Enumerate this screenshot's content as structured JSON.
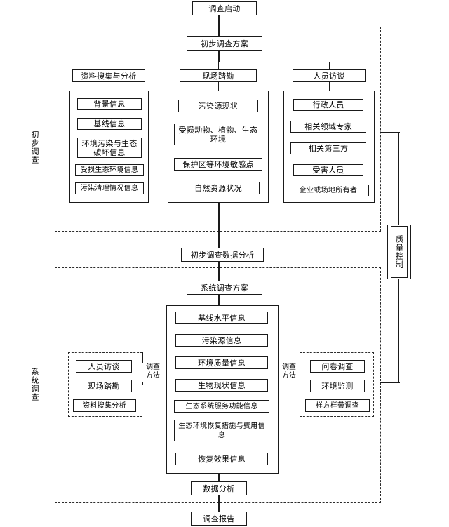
{
  "diagram": {
    "title": "调查启动",
    "start_node": "调查启动",
    "end_node": "调查报告",
    "phases": [
      {
        "key": "preliminary",
        "label": "初步调查"
      },
      {
        "key": "systematic",
        "label": "系统调查"
      }
    ],
    "quality_control": "质量控制",
    "preliminary": {
      "plan": "初步调查方案",
      "columns": [
        {
          "header": "资料搜集与分析",
          "items": [
            "背景信息",
            "基线信息",
            "环境污染与生态破坏信息",
            "受损生态环境信息",
            "污染清理情况信息"
          ]
        },
        {
          "header": "现场踏勘",
          "items": [
            "污染源现状",
            "受损动物、植物、生态环境",
            "保护区等环境敏感点",
            "自然资源状况"
          ]
        },
        {
          "header": "人员访谈",
          "items": [
            "行政人员",
            "相关领域专家",
            "相关第三方",
            "受害人员",
            "企业或场地所有者"
          ]
        }
      ],
      "data_analysis": "初步调查数据分析"
    },
    "systematic": {
      "plan": "系统调查方案",
      "method_label_left": "调查方法",
      "method_label_right": "调查方法",
      "left_methods": [
        "人员访谈",
        "现场踏勘",
        "资料搜集分析"
      ],
      "center_items": [
        "基线水平信息",
        "污染源信息",
        "环境质量信息",
        "生物现状信息",
        "生态系统服务功能信息",
        "生态环境恢复措施与费用信息",
        "恢复效果信息"
      ],
      "right_methods": [
        "问卷调查",
        "环境监测",
        "样方样带调查"
      ],
      "data_analysis": "数据分析"
    }
  },
  "colors": {
    "line": "#1a1a1a",
    "dashed": "#2b2b2b",
    "background": "#ffffff",
    "text": "#000000"
  }
}
